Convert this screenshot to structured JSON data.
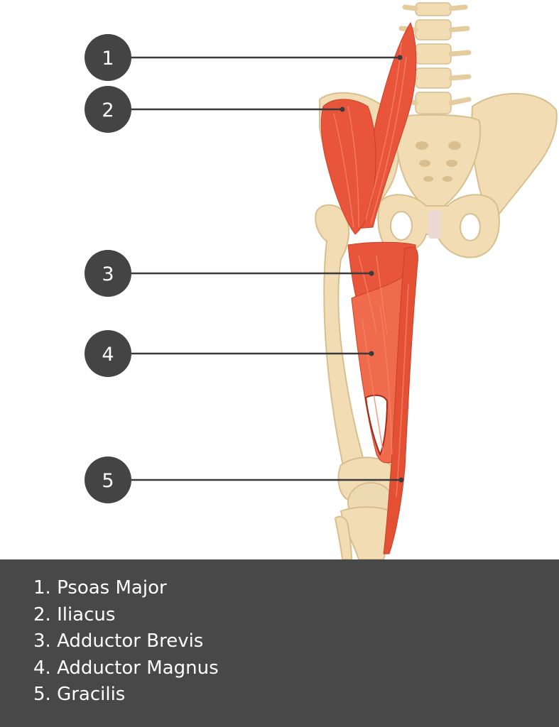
{
  "colors": {
    "bone": "#f1dcb4",
    "bone_shadow": "#d9bf8e",
    "muscle": "#e9553a",
    "muscle_light": "#f4846a",
    "marker": "#444444",
    "leader": "#3a3a3a",
    "legend_bg": "#484848",
    "legend_text": "#ffffff"
  },
  "markers": [
    {
      "number": "1",
      "target": "Psoas Major"
    },
    {
      "number": "2",
      "target": "Iliacus"
    },
    {
      "number": "3",
      "target": "Adductor Brevis"
    },
    {
      "number": "4",
      "target": "Adductor Magnus"
    },
    {
      "number": "5",
      "target": "Gracilis"
    }
  ],
  "legend": [
    "1. Psoas Major",
    "2. Iliacus",
    "3. Adductor Brevis",
    "4. Adductor Magnus",
    "5. Gracilis"
  ]
}
